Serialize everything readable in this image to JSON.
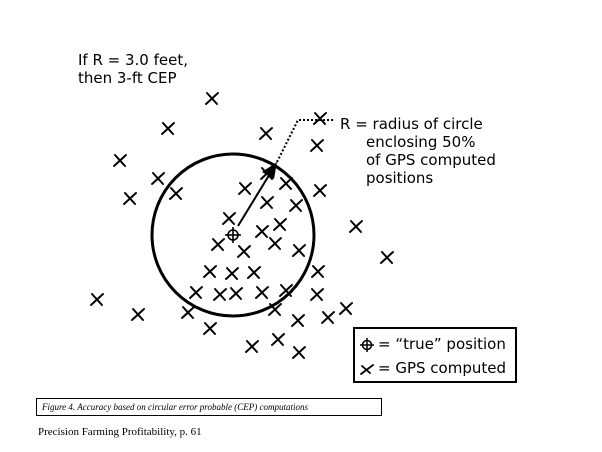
{
  "note": {
    "line1": "If R = 3.0 feet,",
    "line2": "then 3-ft CEP"
  },
  "definition": {
    "line1": "R = radius of circle",
    "line2": "enclosing 50%",
    "line3": "of GPS computed",
    "line4": "positions"
  },
  "legend": {
    "true_label": "= “true” position",
    "gps_label": "= GPS computed",
    "true_icon": "crosshair-icon",
    "gps_icon": "x-mark-icon"
  },
  "caption": "Figure 4. Accuracy based on circular error probable (CEP) computations",
  "footer": "Precision Farming Profitability,  p. 61",
  "colors": {
    "ink": "#000000",
    "background": "#ffffff"
  }
}
